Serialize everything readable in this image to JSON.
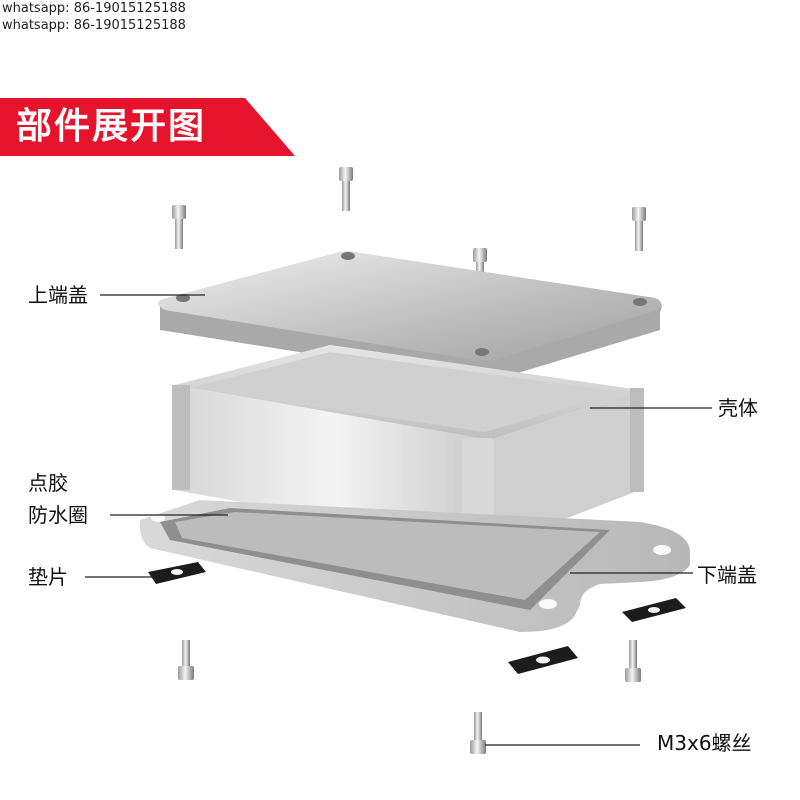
{
  "watermark": {
    "line1": "whatsapp: 86-19015125188",
    "line2": "whatsapp: 86-19015125188"
  },
  "banner": {
    "title": "部件展开图",
    "color": "#e5132b"
  },
  "labels": {
    "top_cover": "上端盖",
    "shell": "壳体",
    "glue": "点胶",
    "waterproof_ring": "防水圈",
    "gasket": "垫片",
    "bottom_cover": "下端盖",
    "screw": "M3x6螺丝"
  },
  "colors": {
    "metal_light": "#e6e6e6",
    "metal_mid": "#bdbdbd",
    "metal_dark": "#8a8a8a",
    "gasket": "#1c1c1c",
    "leader_line": "#222222"
  }
}
